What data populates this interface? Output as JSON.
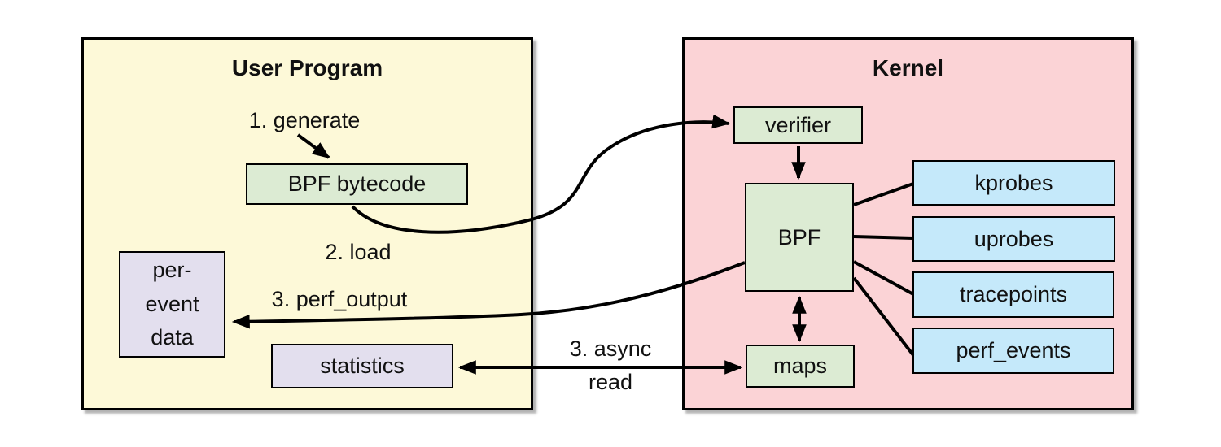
{
  "colors": {
    "background": "#ffffff",
    "user_program_bg": "#fdf9d8",
    "kernel_bg": "#fbd3d6",
    "green_box_bg": "#dcebd3",
    "blue_box_bg": "#c5e9fa",
    "purple_box_bg": "#e3dfee",
    "border": "#000000",
    "line": "#000000"
  },
  "user_program": {
    "title": "User Program",
    "bpf_bytecode": "BPF bytecode",
    "per_event_data": "per-\nevent\ndata",
    "statistics": "statistics"
  },
  "kernel": {
    "title": "Kernel",
    "verifier": "verifier",
    "bpf": "BPF",
    "maps": "maps",
    "kprobes": "kprobes",
    "uprobes": "uprobes",
    "tracepoints": "tracepoints",
    "perf_events": "perf_events"
  },
  "edge_labels": {
    "generate": "1. generate",
    "load": "2. load",
    "perf_output": "3. perf_output",
    "async_read_line1": "3. async",
    "async_read_line2": "read"
  }
}
